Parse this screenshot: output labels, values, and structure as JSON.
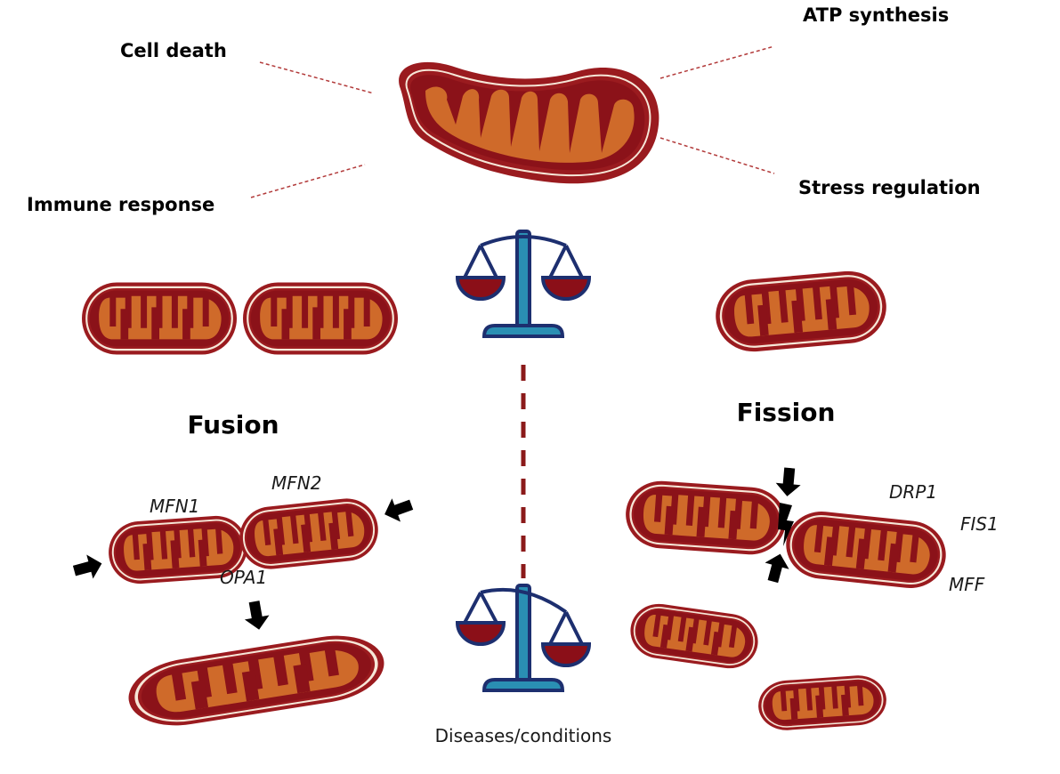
{
  "functions": {
    "top_left": "Cell death",
    "top_right": "ATP synthesis",
    "bottom_left": "Immune response",
    "bottom_right": "Stress regulation"
  },
  "sections": {
    "fusion": {
      "title": "Fusion",
      "genes": [
        "MFN1",
        "MFN2",
        "OPA1"
      ]
    },
    "fission": {
      "title": "Fission",
      "genes": [
        "DRP1",
        "FIS1",
        "MFF"
      ]
    }
  },
  "caption": "Diseases/conditions",
  "colors": {
    "outer_membrane": "#9a1b1f",
    "matrix": "#8b1219",
    "cristae": "#cf6a2a",
    "membrane_gap": "#f6e7d8",
    "scale_outline": "#1d2f6f",
    "scale_fill": "#2a8fb3",
    "pan_fill": "#8b0f18",
    "divider": "#8b1a1a"
  }
}
